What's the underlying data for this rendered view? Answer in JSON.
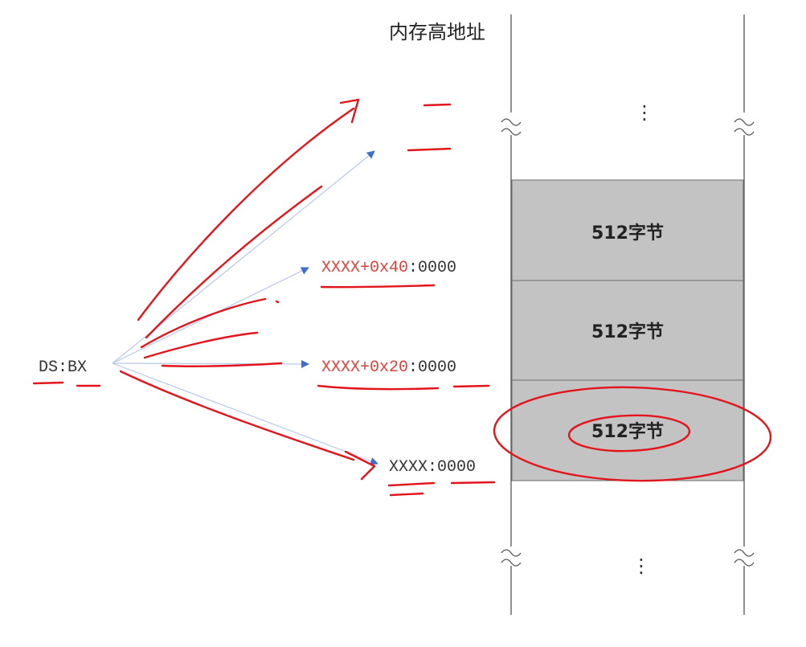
{
  "title": "内存高地址",
  "source_label": "DS:BX",
  "addresses": [
    {
      "prefix": "XXXX+0x40",
      "suffix": ":0000"
    },
    {
      "prefix": "XXXX+0x20",
      "suffix": ":0000"
    },
    {
      "prefix": "",
      "suffix": "XXXX:0000"
    }
  ],
  "blocks": [
    {
      "label": "512字节"
    },
    {
      "label": "512字节"
    },
    {
      "label": "512字节"
    }
  ],
  "ellipsis": "⋮",
  "colors": {
    "block_fill": "#c3c3c3",
    "arrow_blue": "#3f6fc9",
    "arrow_line": "#b9c8e8",
    "address_red": "#e0413a",
    "annotation_red": "#e3151c",
    "text": "#333333"
  }
}
